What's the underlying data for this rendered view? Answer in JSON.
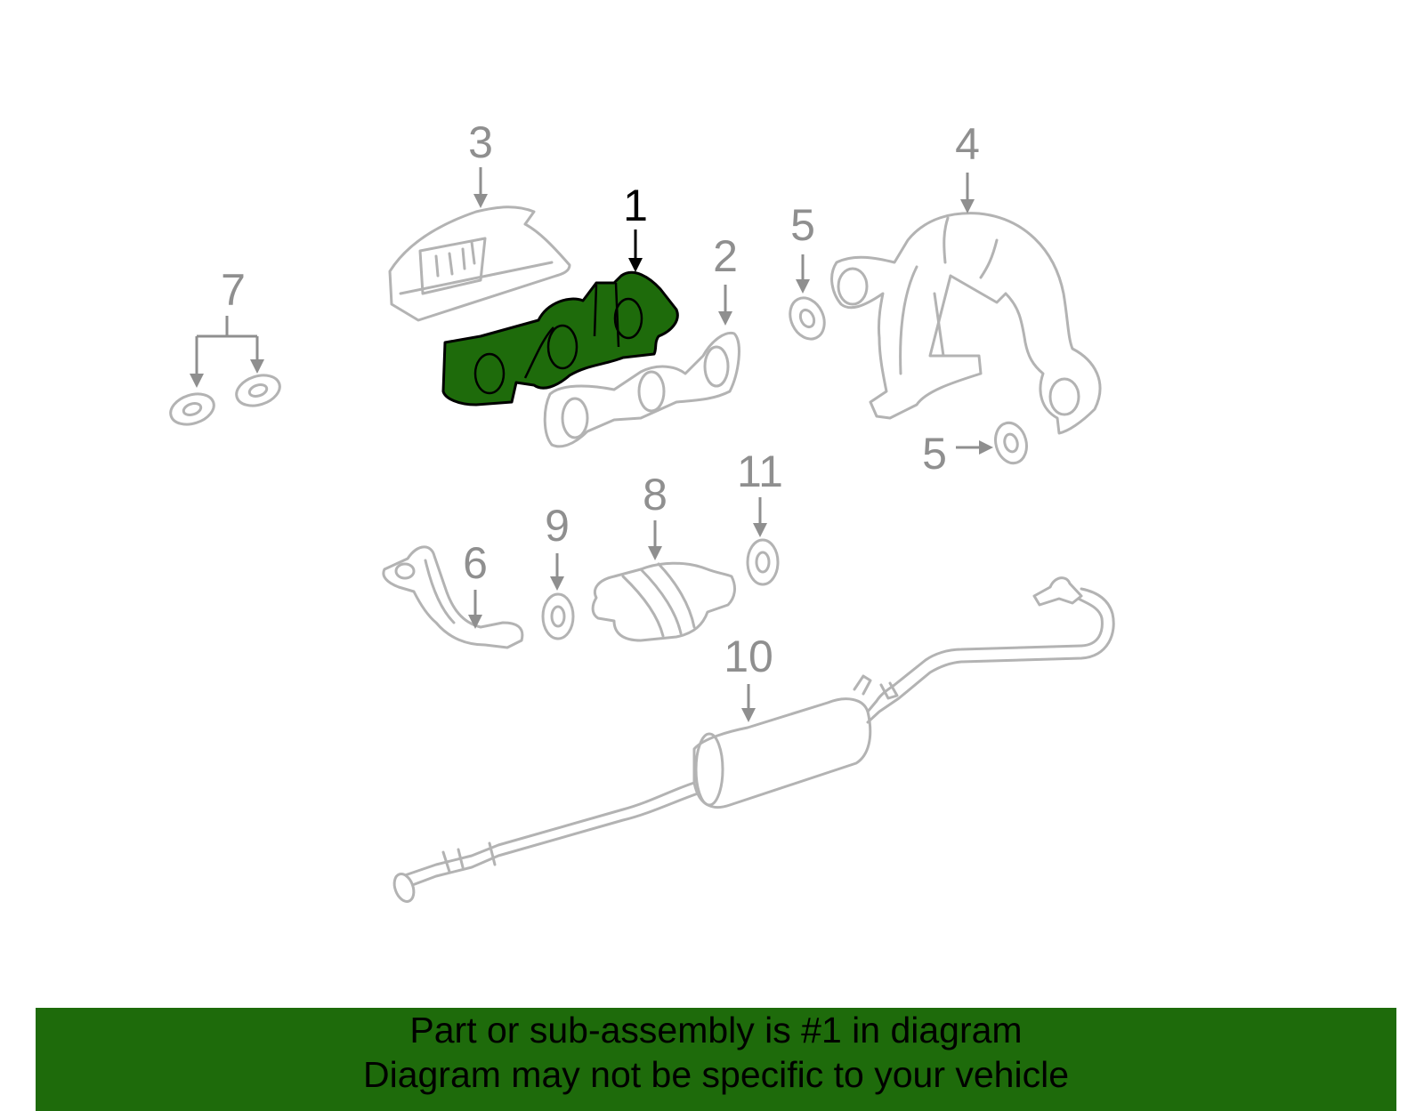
{
  "callouts": {
    "c1": "1",
    "c2": "2",
    "c3": "3",
    "c4": "4",
    "c5a": "5",
    "c5b": "5",
    "c6": "6",
    "c7": "7",
    "c8": "8",
    "c9": "9",
    "c10": "10",
    "c11": "11"
  },
  "highlighted_part": "1",
  "colors": {
    "highlight_fill": "#1e6b0b",
    "banner_bg": "#1e6b0b",
    "part_outline": "#b3b3b3",
    "label_gray": "#8f8f8f"
  },
  "banner": {
    "line1": "Part or sub-assembly is #1 in diagram",
    "line2": "Diagram may not be specific to your vehicle"
  }
}
